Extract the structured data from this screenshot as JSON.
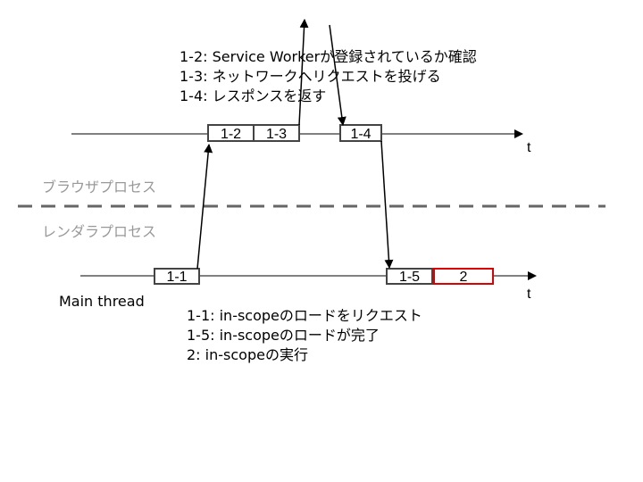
{
  "notes_top": [
    "1-2: Service Workerが登録されているか確認",
    "1-3: ネットワークへリクエストを投げる",
    "1-4: レスポンスを返す"
  ],
  "notes_bottom": [
    "1-1: in-scopeのロードをリクエスト",
    "1-5: in-scopeのロードが完了",
    "2: in-scopeの実行"
  ],
  "process_labels": {
    "browser": "ブラウザプロセス",
    "renderer": "レンダラプロセス"
  },
  "main_thread_label": "Main thread",
  "axis_label": "t",
  "boxes": {
    "b1_2": "1-2",
    "b1_3": "1-3",
    "b1_4": "1-4",
    "b1_1": "1-1",
    "b1_5": "1-5",
    "b2": "2"
  },
  "colors": {
    "line": "#000000",
    "box_border": "#444444",
    "highlight": "#dd0000",
    "process_text": "#999999",
    "divider": "#666666"
  }
}
